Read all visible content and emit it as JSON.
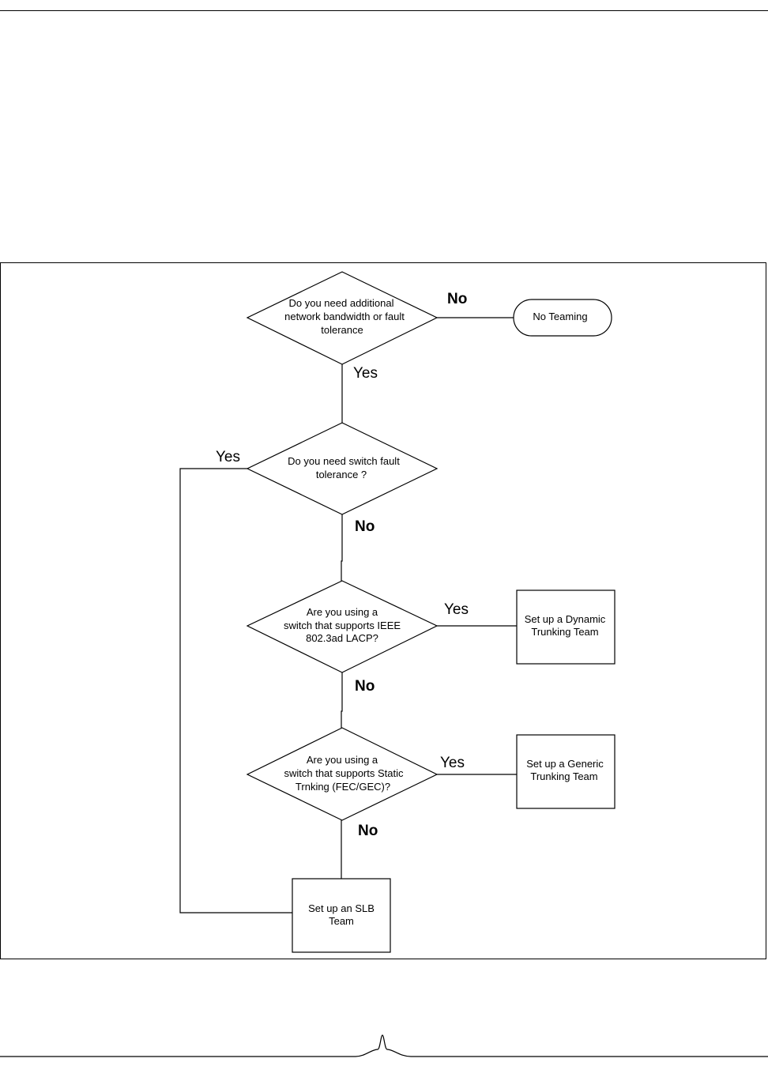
{
  "flowchart": {
    "decisions": [
      {
        "id": "q1",
        "lines": [
          "Do you need additional",
          "network  bandwidth or fault",
          "tolerance"
        ]
      },
      {
        "id": "q2",
        "lines": [
          "Do you need switch fault",
          "tolerance ?"
        ]
      },
      {
        "id": "q3",
        "lines": [
          "Are you using a",
          "switch that supports IEEE",
          "802.3ad LACP?"
        ]
      },
      {
        "id": "q4",
        "lines": [
          "Are you using a",
          "switch that supports Static",
          "Trnking (FEC/GEC)?"
        ]
      }
    ],
    "terminal": {
      "id": "no-teaming",
      "label": "No Teaming"
    },
    "processes": [
      {
        "id": "dynamic",
        "lines": [
          "Set up a Dynamic",
          "Trunking Team"
        ]
      },
      {
        "id": "generic",
        "lines": [
          "Set up a Generic",
          "Trunking Team"
        ]
      },
      {
        "id": "slb",
        "lines": [
          "Set up an SLB",
          "Team"
        ]
      }
    ],
    "edge_labels": {
      "q1_no": "No",
      "q1_yes": "Yes",
      "q2_yes": "Yes",
      "q2_no": "No",
      "q3_yes": "Yes",
      "q3_no": "No",
      "q4_yes": "Yes",
      "q4_no": "No"
    }
  }
}
